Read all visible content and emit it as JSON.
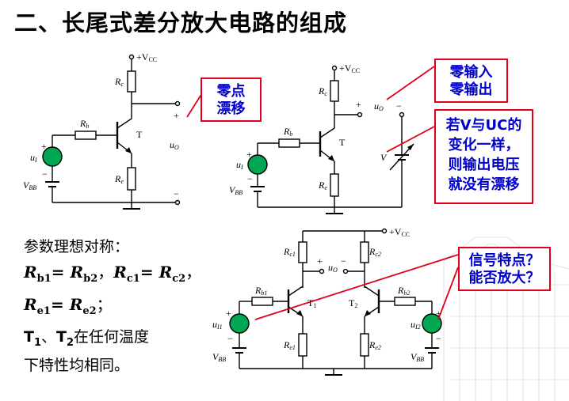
{
  "title": "二、长尾式差分放大电路的组成",
  "callouts": {
    "drift": "零点\n漂移",
    "zero_in_out": "零输入\n零输出",
    "same_change": "若V与UC的\n变化一样，\n则输出电压\n就没有漂移",
    "signal": "信号特点？\n能否放大？"
  },
  "conditions": {
    "heading": "参数理想对称：",
    "rb1": "R",
    "rb1_sub": "b1",
    "eq1": "= ",
    "rb2": "R",
    "rb2_sub": "b2",
    "comma1": "，",
    "rc1": "R",
    "rc1_sub": "c1",
    "eq2": "= ",
    "rc2": "R",
    "rc2_sub": "c2",
    "comma2": "，",
    "re1": "R",
    "re1_sub": "e1",
    "eq3": "= ",
    "re2": "R",
    "re2_sub": "e2",
    "semi": "；",
    "t1": "T",
    "t1_sub": "1",
    "sep": "、",
    "t2": "T",
    "t2_sub": "2",
    "line3_rest": "在任何温度",
    "line4": "下特性均相同。"
  },
  "circuit1": {
    "vcc": "+V",
    "vcc_sub": "CC",
    "rc": "R",
    "rc_sub": "c",
    "rb": "R",
    "rb_sub": "b",
    "re": "R",
    "re_sub": "e",
    "t": "T",
    "ui": "u",
    "ui_sub": "I",
    "vbb": "V",
    "vbb_sub": "BB",
    "uo": "u",
    "uo_sub": "O",
    "plus": "+",
    "minus": "−"
  },
  "circuit2": {
    "vcc": "+V",
    "vcc_sub": "CC",
    "rc": "R",
    "rc_sub": "c",
    "rb": "R",
    "rb_sub": "b",
    "re": "R",
    "re_sub": "e",
    "t": "T",
    "ui": "u",
    "ui_sub": "I",
    "vbb": "V",
    "vbb_sub": "BB",
    "uo": "u",
    "uo_sub": "O",
    "v": "V",
    "plus": "+",
    "minus": "−"
  },
  "circuit3": {
    "vcc": "+V",
    "vcc_sub": "CC",
    "rc1": "R",
    "rc1_sub": "c1",
    "rc2": "R",
    "rc2_sub": "c2",
    "rb1": "R",
    "rb1_sub": "b1",
    "rb2": "R",
    "rb2_sub": "b2",
    "re1": "R",
    "re1_sub": "e1",
    "re2": "R",
    "re2_sub": "e2",
    "t1": "T",
    "t1_sub": "1",
    "t2": "T",
    "t2_sub": "2",
    "ui1": "u",
    "ui1_sub": "I1",
    "ui2": "u",
    "ui2_sub": "I2",
    "uo": "u",
    "uo_sub": "O",
    "vbb": "V",
    "vbb_sub": "BB",
    "plus": "+",
    "minus": "−"
  },
  "colors": {
    "callout_border": "#e0001b",
    "callout_text": "#0000cc",
    "leader": "#e0001b",
    "source_fill": "#00a651"
  }
}
